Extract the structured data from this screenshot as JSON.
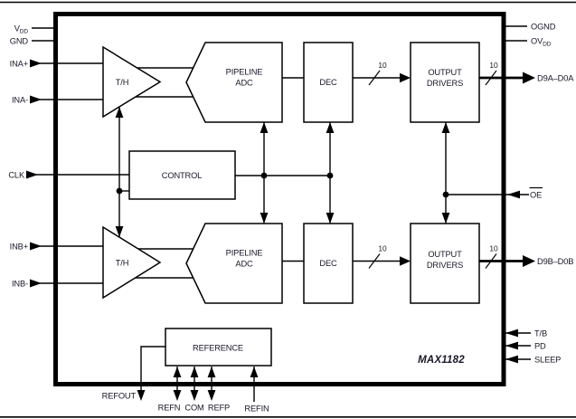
{
  "chip": {
    "name": "MAX1182"
  },
  "bus": {
    "width": "10"
  },
  "colors": {
    "line": "#000000",
    "text": "#181828",
    "chip_fill": "#ffffff",
    "page_bg": "#ffffff"
  },
  "pins": {
    "left": {
      "vdd": {
        "main": "V",
        "sub": "DD"
      },
      "gnd": "GND",
      "ina_p": "INA+",
      "ina_n": "INA-",
      "clk": "CLK",
      "inb_p": "INB+",
      "inb_n": "INB-"
    },
    "right": {
      "ognd": "OGND",
      "ovdd": {
        "main": "OV",
        "sub": "DD"
      },
      "d9a": "D9A–D0A",
      "oe": "OE",
      "d9b": "D9B–D0B",
      "tb": "T/B",
      "pd": "PD",
      "sleep": "SLEEP"
    },
    "bottom": {
      "refout": "REFOUT",
      "refn": "REFN",
      "com": "COM",
      "refp": "REFP",
      "refin": "REFIN"
    }
  },
  "blocks": {
    "th_a": "T/H",
    "th_b": "T/H",
    "adc_a": {
      "line1": "PIPELINE",
      "line2": "ADC"
    },
    "adc_b": {
      "line1": "PIPELINE",
      "line2": "ADC"
    },
    "dec_a": "DEC",
    "dec_b": "DEC",
    "drivers_a": {
      "line1": "OUTPUT",
      "line2": "DRIVERS"
    },
    "drivers_b": {
      "line1": "OUTPUT",
      "line2": "DRIVERS"
    },
    "control": "CONTROL",
    "reference": "REFERENCE"
  }
}
